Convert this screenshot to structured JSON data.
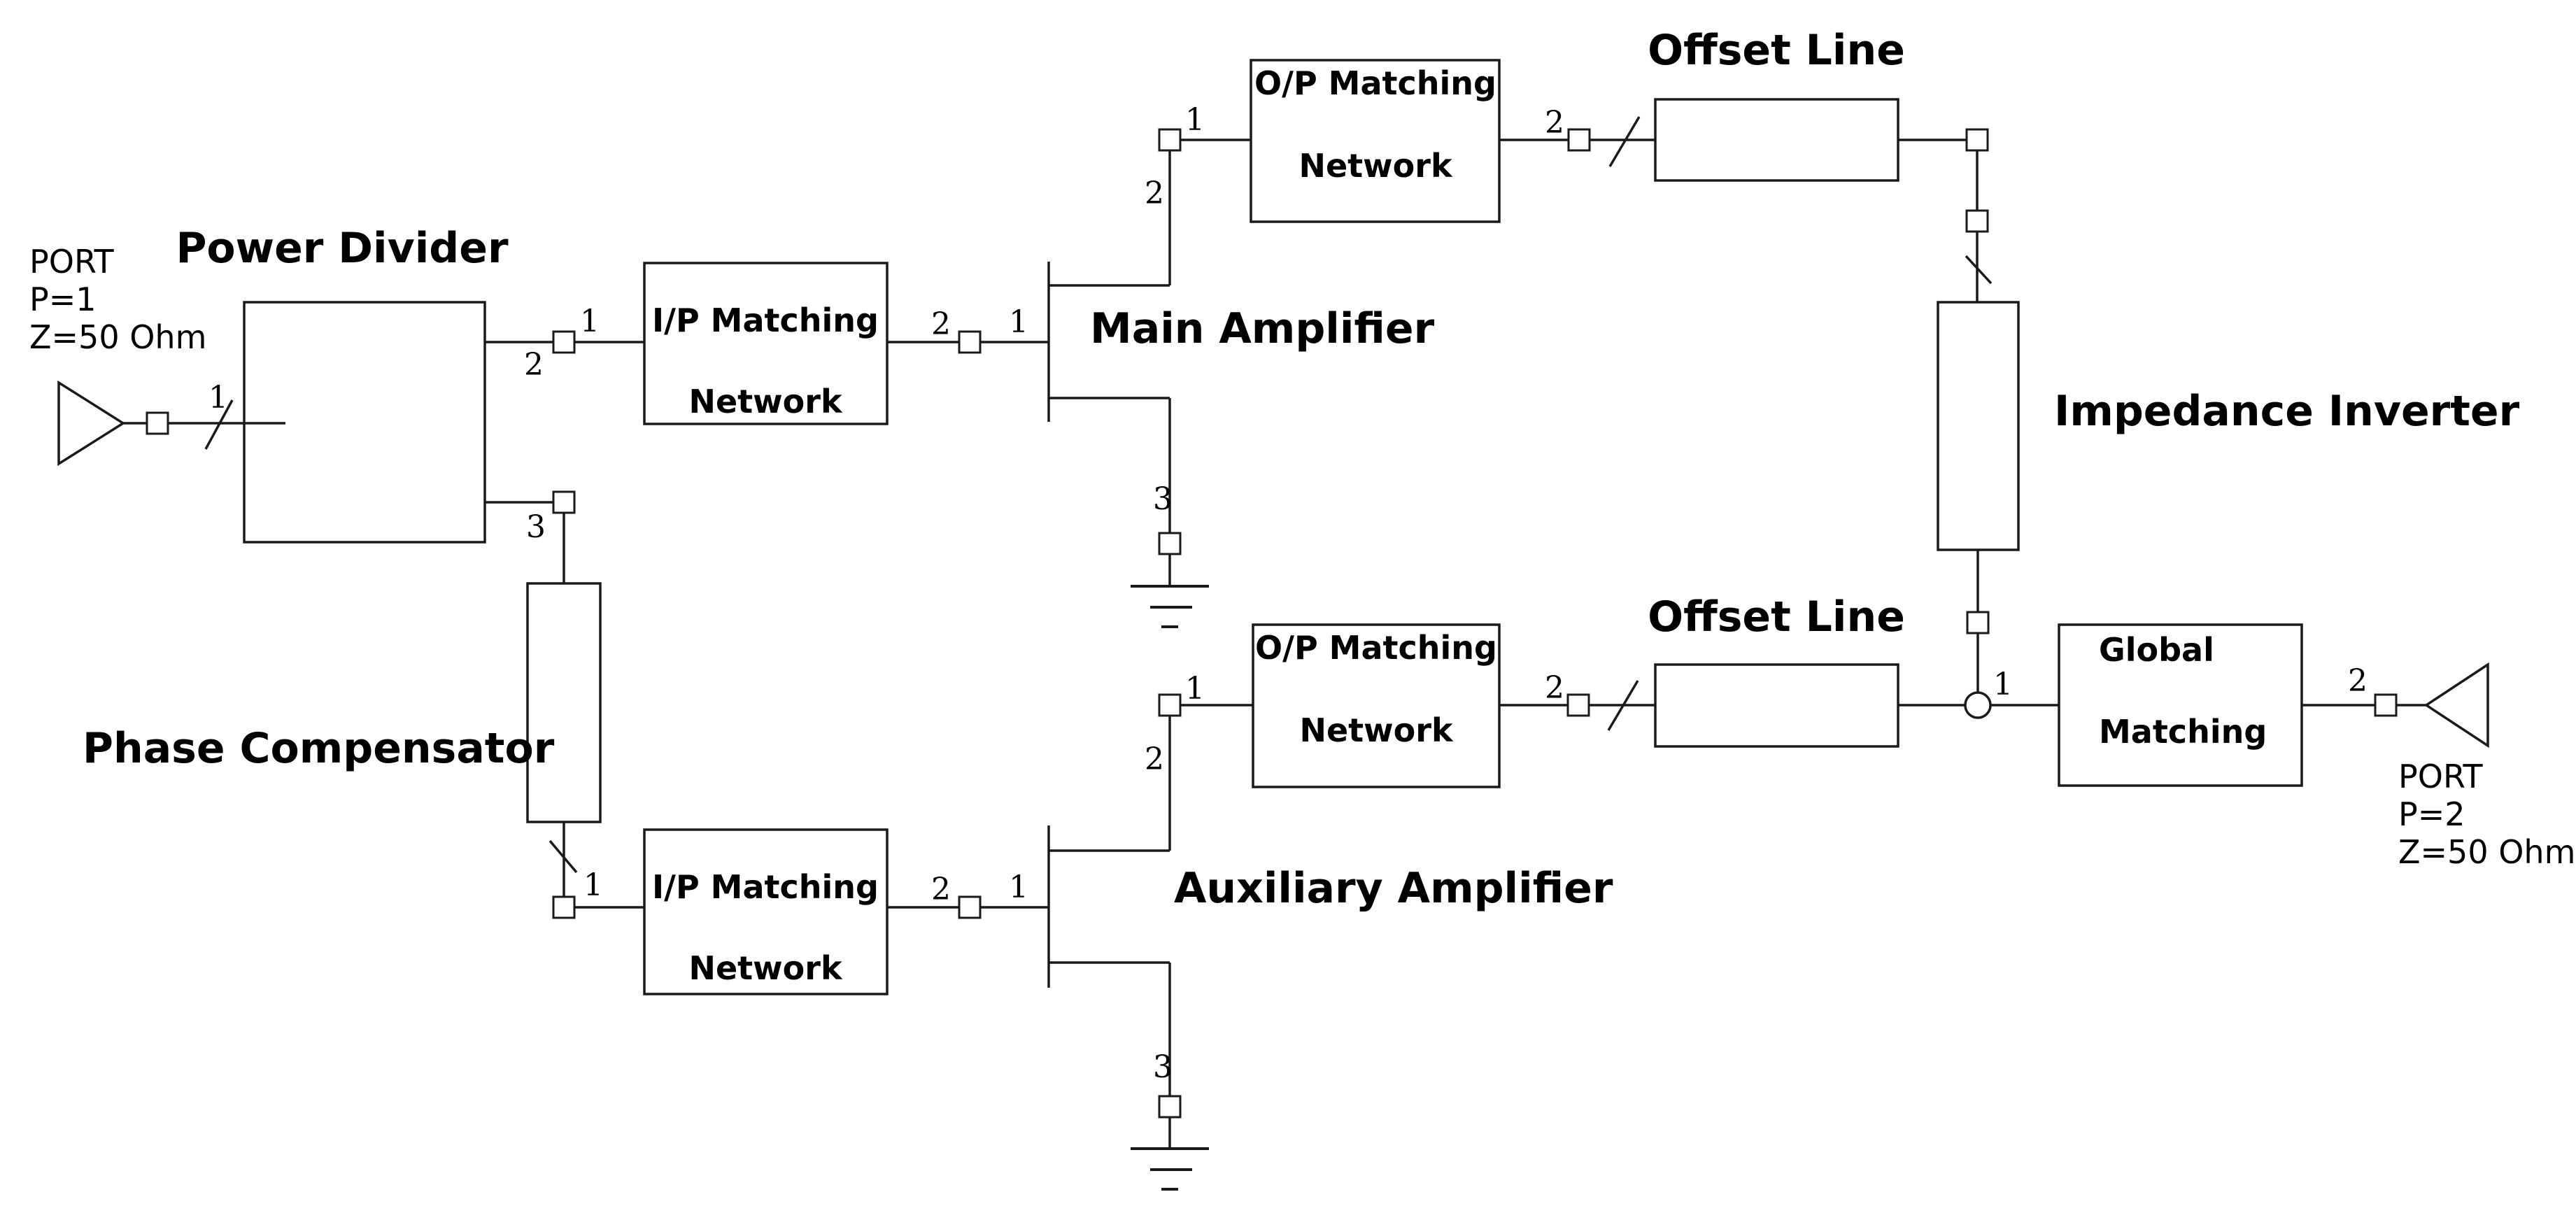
{
  "diagram": {
    "type": "circuit-schematic"
  },
  "labels": {
    "power_divider": "Power Divider",
    "offset_line_top": "Offset Line",
    "offset_line_bottom": "Offset Line",
    "main_amplifier": "Main Amplifier",
    "auxiliary_amplifier": "Auxiliary Amplifier",
    "impedance_inverter": "Impedance Inverter",
    "phase_compensator": "Phase Compensator"
  },
  "blocks": {
    "ip_matching_top": {
      "line1": "I/P Matching",
      "line2": "Network"
    },
    "ip_matching_bottom": {
      "line1": "I/P Matching",
      "line2": "Network"
    },
    "op_matching_top": {
      "line1": "O/P Matching",
      "line2": "Network"
    },
    "op_matching_bottom": {
      "line1": "O/P Matching",
      "line2": "Network"
    },
    "global_matching": {
      "line1": "Global",
      "line2": "Matching"
    }
  },
  "ports": {
    "port1": {
      "name": "PORT",
      "p": "P=1",
      "z": "Z=50 Ohm"
    },
    "port2": {
      "name": "PORT",
      "p": "P=2",
      "z": "Z=50 Ohm"
    }
  },
  "pins": {
    "port1_in": "1",
    "divider_out_main": "2",
    "divider_out_aux": "3",
    "ip_top_in": "1",
    "ip_top_out": "2",
    "main_gate": "1",
    "main_drain": "2",
    "main_source": "3",
    "op_top_in": "1",
    "op_top_out": "2",
    "ip_bottom_in": "1",
    "ip_bottom_out": "2",
    "aux_gate": "1",
    "aux_drain": "2",
    "aux_source": "3",
    "op_bottom_in": "1",
    "op_bottom_out": "2",
    "global_in": "1",
    "global_out": "2"
  },
  "colors": {
    "line": "#1a1a1a",
    "background": "#ffffff",
    "text": "#000000"
  }
}
